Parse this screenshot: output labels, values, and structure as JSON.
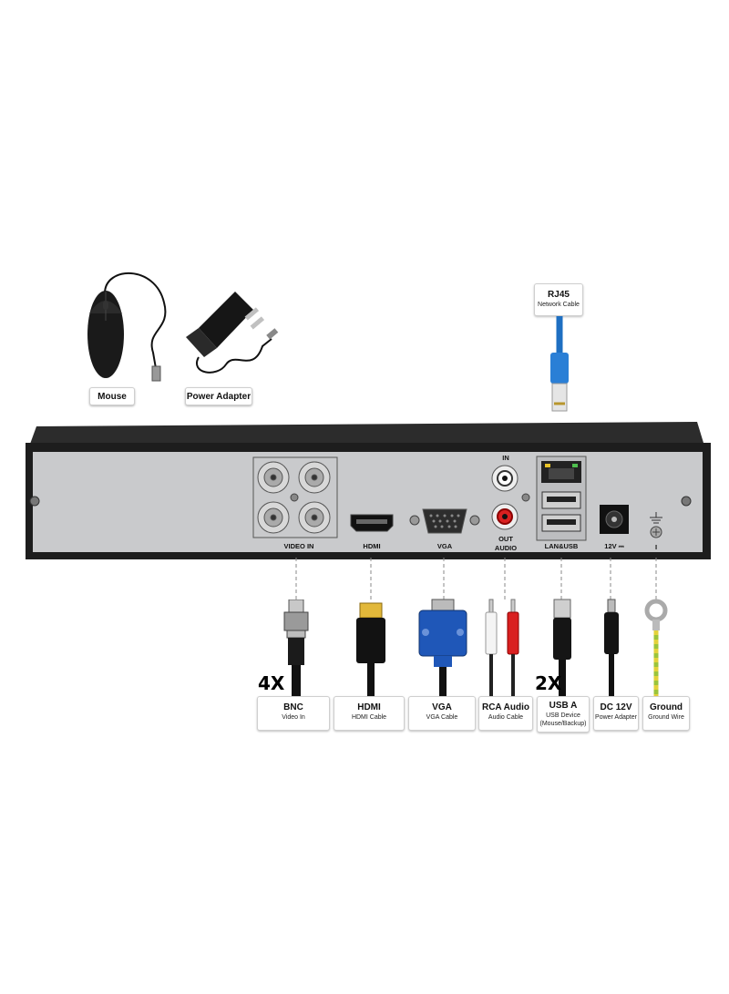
{
  "accessories": {
    "mouse": "Mouse",
    "power_adapter": "Power Adapter",
    "rj45_title": "RJ45",
    "rj45_sub": "Network Cable"
  },
  "panel": {
    "video_in": "VIDEO IN",
    "hdmi": "HDMI",
    "vga": "VGA",
    "audio_in": "IN",
    "audio_out": "OUT",
    "audio": "AUDIO",
    "lan_usb": "LAN&USB",
    "power": "12V ⎓",
    "ground_mark": "I"
  },
  "multipliers": {
    "bnc": "4X",
    "usb": "2X"
  },
  "connectors": [
    {
      "title": "BNC",
      "sub": "Video In"
    },
    {
      "title": "HDMI",
      "sub": "HDMI Cable"
    },
    {
      "title": "VGA",
      "sub": "VGA Cable"
    },
    {
      "title": "RCA Audio",
      "sub": "Audio Cable"
    },
    {
      "title": "USB A",
      "sub": "USB Device (Mouse/Backup)"
    },
    {
      "title": "DC 12V",
      "sub": "Power Adapter"
    },
    {
      "title": "Ground",
      "sub": "Ground Wire"
    }
  ]
}
